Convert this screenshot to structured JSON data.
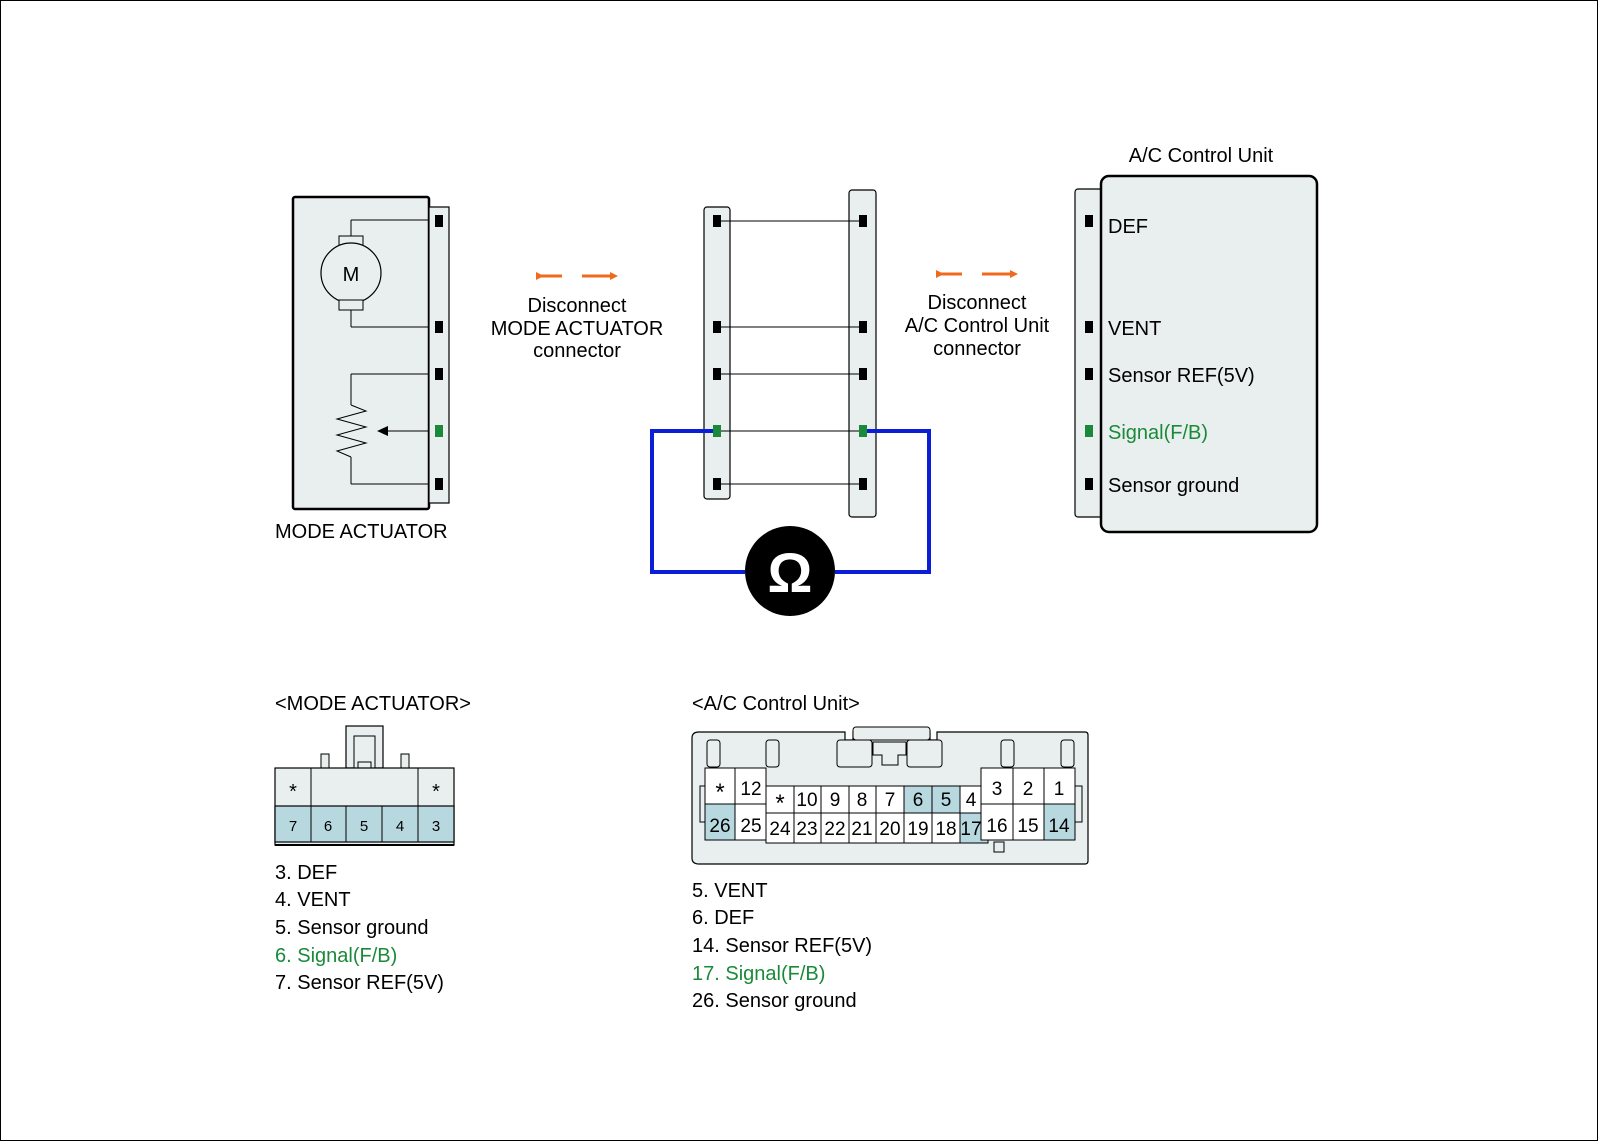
{
  "colors": {
    "panel_fill": "#e9eeee",
    "pin_black": "#000000",
    "pin_signal": "#1a8a3a",
    "signal_text": "#1a8a3a",
    "meter_wire": "#0a1ed8",
    "arrow": "#f06a1e",
    "connector_highlight": "#b8d8df"
  },
  "actuator": {
    "caption": "MODE ACTUATOR",
    "motor_label": "M"
  },
  "disconnect_actuator": [
    "Disconnect",
    "MODE ACTUATOR",
    "connector"
  ],
  "disconnect_acu": [
    "Disconnect",
    "A/C Control Unit",
    "connector"
  ],
  "acu": {
    "title": "A/C Control Unit",
    "pins": [
      {
        "label": "DEF",
        "signal": false
      },
      {
        "label": "VENT",
        "signal": false
      },
      {
        "label": "Sensor REF(5V)",
        "signal": false
      },
      {
        "label": "Signal(F/B)",
        "signal": true
      },
      {
        "label": "Sensor ground",
        "signal": false
      }
    ]
  },
  "meter": {
    "symbol": "Ω",
    "icon": "ohmmeter-icon"
  },
  "mode_connector": {
    "title": "<MODE ACTUATOR>",
    "top_row": [
      "*",
      "",
      "",
      "",
      "*"
    ],
    "bottom_row": [
      "7",
      "6",
      "5",
      "4",
      "3"
    ],
    "legend": [
      {
        "text": "3. DEF",
        "signal": false
      },
      {
        "text": "4. VENT",
        "signal": false
      },
      {
        "text": "5. Sensor ground",
        "signal": false
      },
      {
        "text": "6. Signal(F/B)",
        "signal": true
      },
      {
        "text": "7. Sensor REF(5V)",
        "signal": false
      }
    ]
  },
  "acu_connector": {
    "title": "<A/C Control Unit>",
    "top_row": [
      "*",
      "12",
      "*",
      "10",
      "9",
      "8",
      "7",
      "6",
      "5",
      "4",
      "3",
      "2",
      "1"
    ],
    "bottom_row": [
      "26",
      "25",
      "24",
      "23",
      "22",
      "21",
      "20",
      "19",
      "18",
      "17",
      "16",
      "15",
      "14"
    ],
    "highlighted": [
      "6",
      "5",
      "26",
      "17",
      "14"
    ],
    "legend": [
      {
        "text": "5. VENT",
        "signal": false
      },
      {
        "text": "6. DEF",
        "signal": false
      },
      {
        "text": "14. Sensor REF(5V)",
        "signal": false
      },
      {
        "text": "17. Signal(F/B)",
        "signal": true
      },
      {
        "text": "26. Sensor ground",
        "signal": false
      }
    ]
  }
}
